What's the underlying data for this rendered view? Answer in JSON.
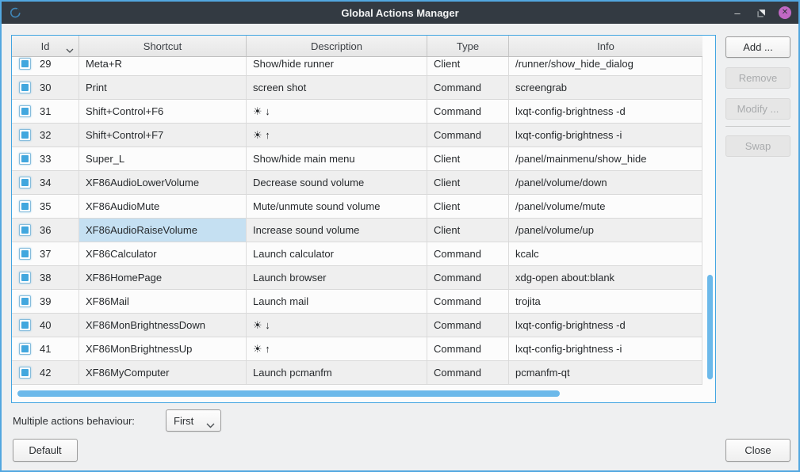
{
  "window": {
    "title": "Global Actions Manager",
    "controls": {
      "minimize": "–",
      "close": "✕"
    }
  },
  "colors": {
    "accent": "#42a5e1",
    "titlebar": "#333a42",
    "close_button": "#c068c4",
    "scrollbar_thumb": "#6cb9ea",
    "selection": "#c5e0f2",
    "checkbox_fill": "#42a7de"
  },
  "icons": {
    "window": "globalkeys-icon",
    "sort": "chevron-down-icon",
    "combo": "chevron-down-icon",
    "restore": "restore-icon"
  },
  "table": {
    "columns": [
      "Id",
      "Shortcut",
      "Description",
      "Type",
      "Info"
    ],
    "sort_indicator": {
      "column": "Id",
      "direction": "down"
    },
    "selected": {
      "row_id": "36",
      "column": "shortcut"
    },
    "rows": [
      {
        "id": "29",
        "shortcut": "Meta+R",
        "description": "Show/hide runner",
        "type": "Client",
        "info": "/runner/show_hide_dialog",
        "checked": true
      },
      {
        "id": "30",
        "shortcut": "Print",
        "description": "screen shot",
        "type": "Command",
        "info": "screengrab",
        "checked": true
      },
      {
        "id": "31",
        "shortcut": "Shift+Control+F6",
        "description": "☀ ↓",
        "type": "Command",
        "info": "lxqt-config-brightness -d",
        "checked": true
      },
      {
        "id": "32",
        "shortcut": "Shift+Control+F7",
        "description": "☀ ↑",
        "type": "Command",
        "info": "lxqt-config-brightness -i",
        "checked": true
      },
      {
        "id": "33",
        "shortcut": "Super_L",
        "description": "Show/hide main menu",
        "type": "Client",
        "info": "/panel/mainmenu/show_hide",
        "checked": true
      },
      {
        "id": "34",
        "shortcut": "XF86AudioLowerVolume",
        "description": "Decrease sound volume",
        "type": "Client",
        "info": "/panel/volume/down",
        "checked": true
      },
      {
        "id": "35",
        "shortcut": "XF86AudioMute",
        "description": "Mute/unmute sound volume",
        "type": "Client",
        "info": "/panel/volume/mute",
        "checked": true
      },
      {
        "id": "36",
        "shortcut": "XF86AudioRaiseVolume",
        "description": "Increase sound volume",
        "type": "Client",
        "info": "/panel/volume/up",
        "checked": true,
        "selected_column": "shortcut"
      },
      {
        "id": "37",
        "shortcut": "XF86Calculator",
        "description": "Launch calculator",
        "type": "Command",
        "info": "kcalc",
        "checked": true
      },
      {
        "id": "38",
        "shortcut": "XF86HomePage",
        "description": "Launch browser",
        "type": "Command",
        "info": "xdg-open about:blank",
        "checked": true
      },
      {
        "id": "39",
        "shortcut": "XF86Mail",
        "description": "Launch mail",
        "type": "Command",
        "info": "trojita",
        "checked": true
      },
      {
        "id": "40",
        "shortcut": "XF86MonBrightnessDown",
        "description": "☀ ↓",
        "type": "Command",
        "info": "lxqt-config-brightness -d",
        "checked": true
      },
      {
        "id": "41",
        "shortcut": "XF86MonBrightnessUp",
        "description": "☀ ↑",
        "type": "Command",
        "info": "lxqt-config-brightness -i",
        "checked": true
      },
      {
        "id": "42",
        "shortcut": "XF86MyComputer",
        "description": "Launch pcmanfm",
        "type": "Command",
        "info": "pcmanfm-qt",
        "checked": true
      }
    ]
  },
  "side_panel": {
    "add_label": "Add ...",
    "remove_label": "Remove",
    "modify_label": "Modify ...",
    "swap_label": "Swap"
  },
  "footer": {
    "behaviour_label": "Multiple actions behaviour:",
    "behaviour_value": "First",
    "default_label": "Default",
    "close_label": "Close"
  }
}
